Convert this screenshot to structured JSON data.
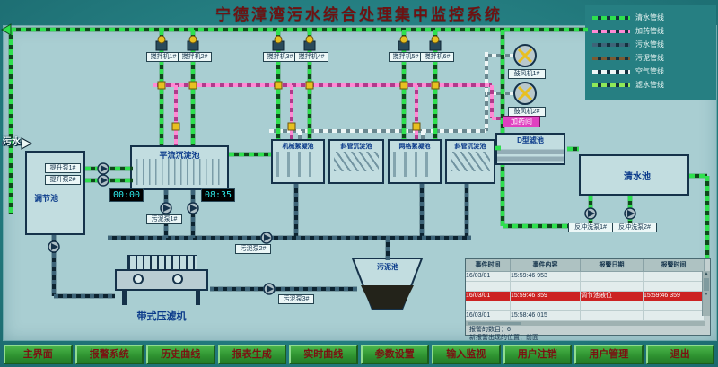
{
  "title": "宁德漳湾污水综合处理集中监控系统",
  "colors": {
    "bg": "#267f82",
    "panel": "#a9ced2",
    "pipe_clean": "#2ee04e",
    "pipe_dosing": "#ff8ad4",
    "pipe_sewage": "#3d6478",
    "pipe_air": "#eef6f6",
    "button_green": "#2e9230",
    "button_text": "#7a1212",
    "alarm_red": "#cc2222",
    "title_color": "#6e1212"
  },
  "legend": {
    "items": [
      {
        "label": "清水管线",
        "color": "#2ee04e"
      },
      {
        "label": "加药管线",
        "color": "#ff8ad4"
      },
      {
        "label": "污水管线",
        "color": "#3d6478"
      },
      {
        "label": "污泥管线",
        "color": "#7a5a32"
      },
      {
        "label": "空气管线",
        "color": "#eef6f6"
      },
      {
        "label": "滤水管线",
        "color": "#8fe858"
      }
    ]
  },
  "labels": {
    "sewage_in": "污水",
    "mixers": [
      "搅拌机1#",
      "搅拌机2#",
      "搅拌机3#",
      "搅拌机4#",
      "搅拌机5#",
      "搅拌机6#"
    ],
    "lift_pumps": [
      "提升泵1#",
      "提升泵2#"
    ],
    "sludge_pumps": [
      "污泥泵1#",
      "污泥泵2#",
      "污泥泵3#"
    ],
    "backwash_pumps": [
      "反冲洗泵1#",
      "反冲洗泵2#"
    ],
    "blowers": [
      "鼓风机1#",
      "鼓风机2#"
    ],
    "dosing_room": "加药间",
    "clocks": [
      "00:00",
      "08:35"
    ],
    "tanks": {
      "regulating": "调节池",
      "horizontal_sed": "平流沉淀池",
      "mech_floc": "机械絮凝池",
      "inclined_sed_1": "斜管沉淀池",
      "grid_floc": "网格絮凝池",
      "inclined_sed_2": "斜管沉淀池",
      "d_filter": "D型滤池",
      "clear_water": "清水池",
      "sludge": "污泥池",
      "belt_press": "带式压滤机"
    }
  },
  "alarm_table": {
    "headers": [
      "事件时间",
      "事件内容",
      "报警日期",
      "报警时间"
    ],
    "rows": [
      {
        "alarm": false,
        "cells": [
          "16/03/01",
          "15:59:46 953",
          "",
          ""
        ]
      },
      {
        "alarm": false,
        "cells": [
          "",
          "",
          "",
          ""
        ]
      },
      {
        "alarm": true,
        "cells": [
          "16/03/01",
          "15:59:46 359",
          "调节池液位",
          "15:59:46 359"
        ]
      },
      {
        "alarm": false,
        "cells": [
          "",
          "",
          "",
          ""
        ]
      },
      {
        "alarm": false,
        "cells": [
          "16/03/01",
          "15:58:46 015",
          "",
          ""
        ]
      }
    ],
    "footer_lines": [
      "报警的数目：6",
      "新报警出现的位置：前面"
    ]
  },
  "menu": {
    "items": [
      "主界面",
      "报警系统",
      "历史曲线",
      "报表生成",
      "实时曲线",
      "参数设置",
      "输入监视",
      "用户注销",
      "用户管理",
      "退出"
    ]
  }
}
